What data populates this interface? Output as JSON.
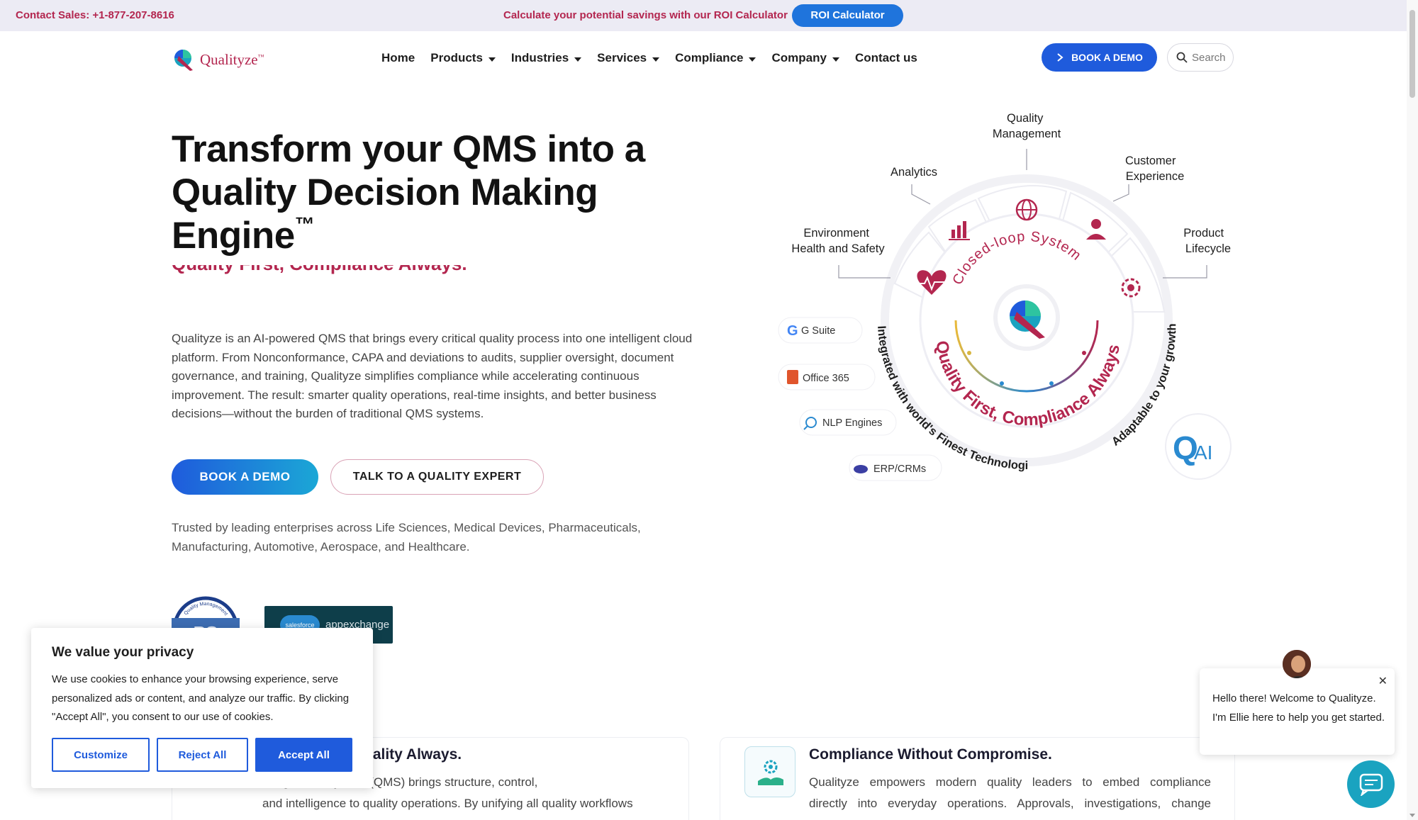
{
  "topbar": {
    "sales": "Contact Sales: +1-877-207-8616",
    "roi_text": "Calculate your potential savings with our ROI Calculator",
    "roi_button": "ROI Calculator"
  },
  "nav": {
    "logo": "Qualityze",
    "logo_tm": "™",
    "items": [
      "Home",
      "Products",
      "Industries",
      "Services",
      "Compliance",
      "Company",
      "Contact us"
    ],
    "demo_button": "BOOK A DEMO",
    "search_placeholder": "Search"
  },
  "hero": {
    "title": "Transform your QMS into a Quality Decision Making Engine",
    "title_tm": "™",
    "tagline": "Quality First, Compliance Always.",
    "description": "Qualityze is an AI-powered QMS that brings every critical quality process into one intelligent cloud platform. From Nonconformance, CAPA and deviations to audits, supplier oversight, document governance, and training, Qualityze simplifies compliance while accelerating continuous improvement. The result: smarter quality operations, real-time insights, and better business decisions—without the burden of traditional QMS systems.",
    "btn_demo": "BOOK A DEMO",
    "btn_expert": "TALK TO A QUALITY EXPERT",
    "trusted": "Trusted by leading enterprises across Life Sciences, Medical Devices, Pharmaceuticals, Manufacturing, Automotive, Aerospace, and Healthcare."
  },
  "badges": {
    "iso": "Quality Management",
    "salesforce_cloud": "salesforce",
    "salesforce_text": "appexchange"
  },
  "diagram": {
    "labels": {
      "quality_management": [
        "Quality",
        "Management"
      ],
      "analytics": "Analytics",
      "customer_experience": [
        "Customer",
        "Experience"
      ],
      "ehs": [
        "Environment",
        "Health and Safety"
      ],
      "product_lifecycle": [
        "Product",
        "Lifecycle"
      ]
    },
    "ring_top": "Closed-loop System",
    "ring_bottom": "Quality First, Compliance Always",
    "ring_left": "Integrated with world's Finest Technologies",
    "ring_right": "Adaptable to your growth",
    "integrations": [
      "G Suite",
      "Office 365",
      "NLP Engines",
      "ERP/CRMs"
    ],
    "qai": "Q",
    "qai_suffix": "AI"
  },
  "cards": {
    "left_title": "uality Always.",
    "left_text_1": "anagement System (QMS) brings structure, control,",
    "left_text_2": "and intelligence to quality operations. By unifying all quality workflows",
    "right_title": "Compliance Without Compromise.",
    "right_text_1": "Qualityze empowers modern quality leaders to embed compliance",
    "right_text_2": "directly into everyday operations. Approvals, investigations, change"
  },
  "cookie": {
    "title": "We value your privacy",
    "text": "We use cookies to enhance your browsing experience, serve personalized ads or content, and analyze our traffic. By clicking \"Accept All\", you consent to our use of cookies.",
    "customize": "Customize",
    "reject": "Reject All",
    "accept": "Accept All"
  },
  "chat": {
    "message": "Hello there! Welcome to Qualityze. I'm Ellie here to help you get started.",
    "close": "✕"
  },
  "colors": {
    "brand": "#b3264f",
    "primary": "#1f5bdc",
    "accent": "#1aa3c0"
  }
}
